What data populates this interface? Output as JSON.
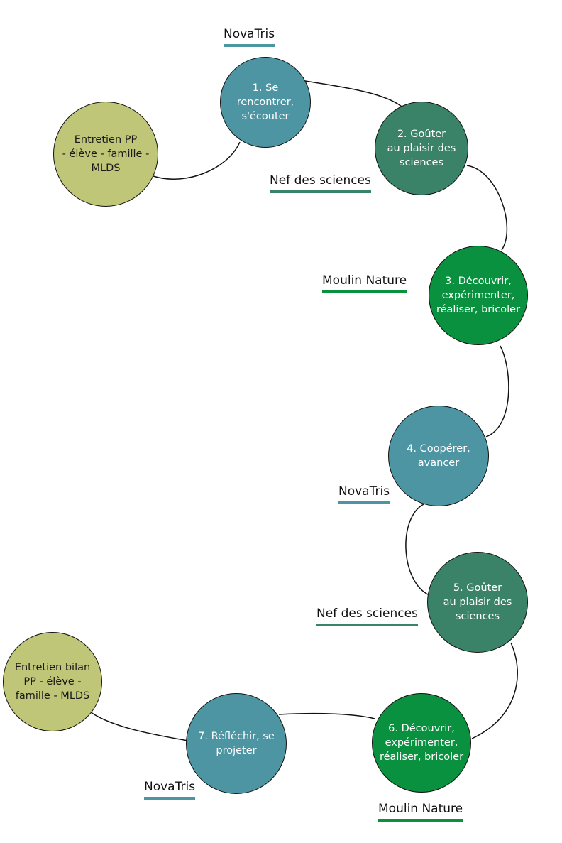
{
  "colors": {
    "novatris": "#4d95a2",
    "nef": "#3a8369",
    "moulin": "#0a9140",
    "entretien": "#bfc678",
    "line": "#111111"
  },
  "nodes": [
    {
      "id": "start",
      "text": "Entretien PP\n- élève - famille -\nMLDS",
      "kind": "entretien"
    },
    {
      "id": "n1",
      "text": "1. Se\nrencontrer,\ns'écouter",
      "kind": "novatris"
    },
    {
      "id": "n2",
      "text": "2. Goûter\nau plaisir des\nsciences",
      "kind": "nef"
    },
    {
      "id": "n3",
      "text": "3. Découvrir,\nexpérimenter,\nréaliser, bricoler",
      "kind": "moulin"
    },
    {
      "id": "n4",
      "text": "4. Coopérer,\navancer",
      "kind": "novatris"
    },
    {
      "id": "n5",
      "text": "5. Goûter\nau plaisir des\nsciences",
      "kind": "nef"
    },
    {
      "id": "n6",
      "text": "6. Découvrir,\nexpérimenter,\nréaliser, bricoler",
      "kind": "moulin"
    },
    {
      "id": "n7",
      "text": "7. Réfléchir, se\nprojeter",
      "kind": "novatris"
    },
    {
      "id": "end",
      "text": "Entretien bilan\nPP - élève -\nfamille - MLDS",
      "kind": "entretien"
    }
  ],
  "locations": [
    {
      "id": "l1",
      "text": "NovaTris",
      "kind": "novatris"
    },
    {
      "id": "l2",
      "text": "Nef des sciences",
      "kind": "nef"
    },
    {
      "id": "l3",
      "text": "Moulin Nature",
      "kind": "moulin"
    },
    {
      "id": "l4",
      "text": "NovaTris",
      "kind": "novatris"
    },
    {
      "id": "l5",
      "text": "Nef des sciences",
      "kind": "nef"
    },
    {
      "id": "l6",
      "text": "Moulin Nature",
      "kind": "moulin"
    },
    {
      "id": "l7",
      "text": "NovaTris",
      "kind": "novatris"
    }
  ]
}
